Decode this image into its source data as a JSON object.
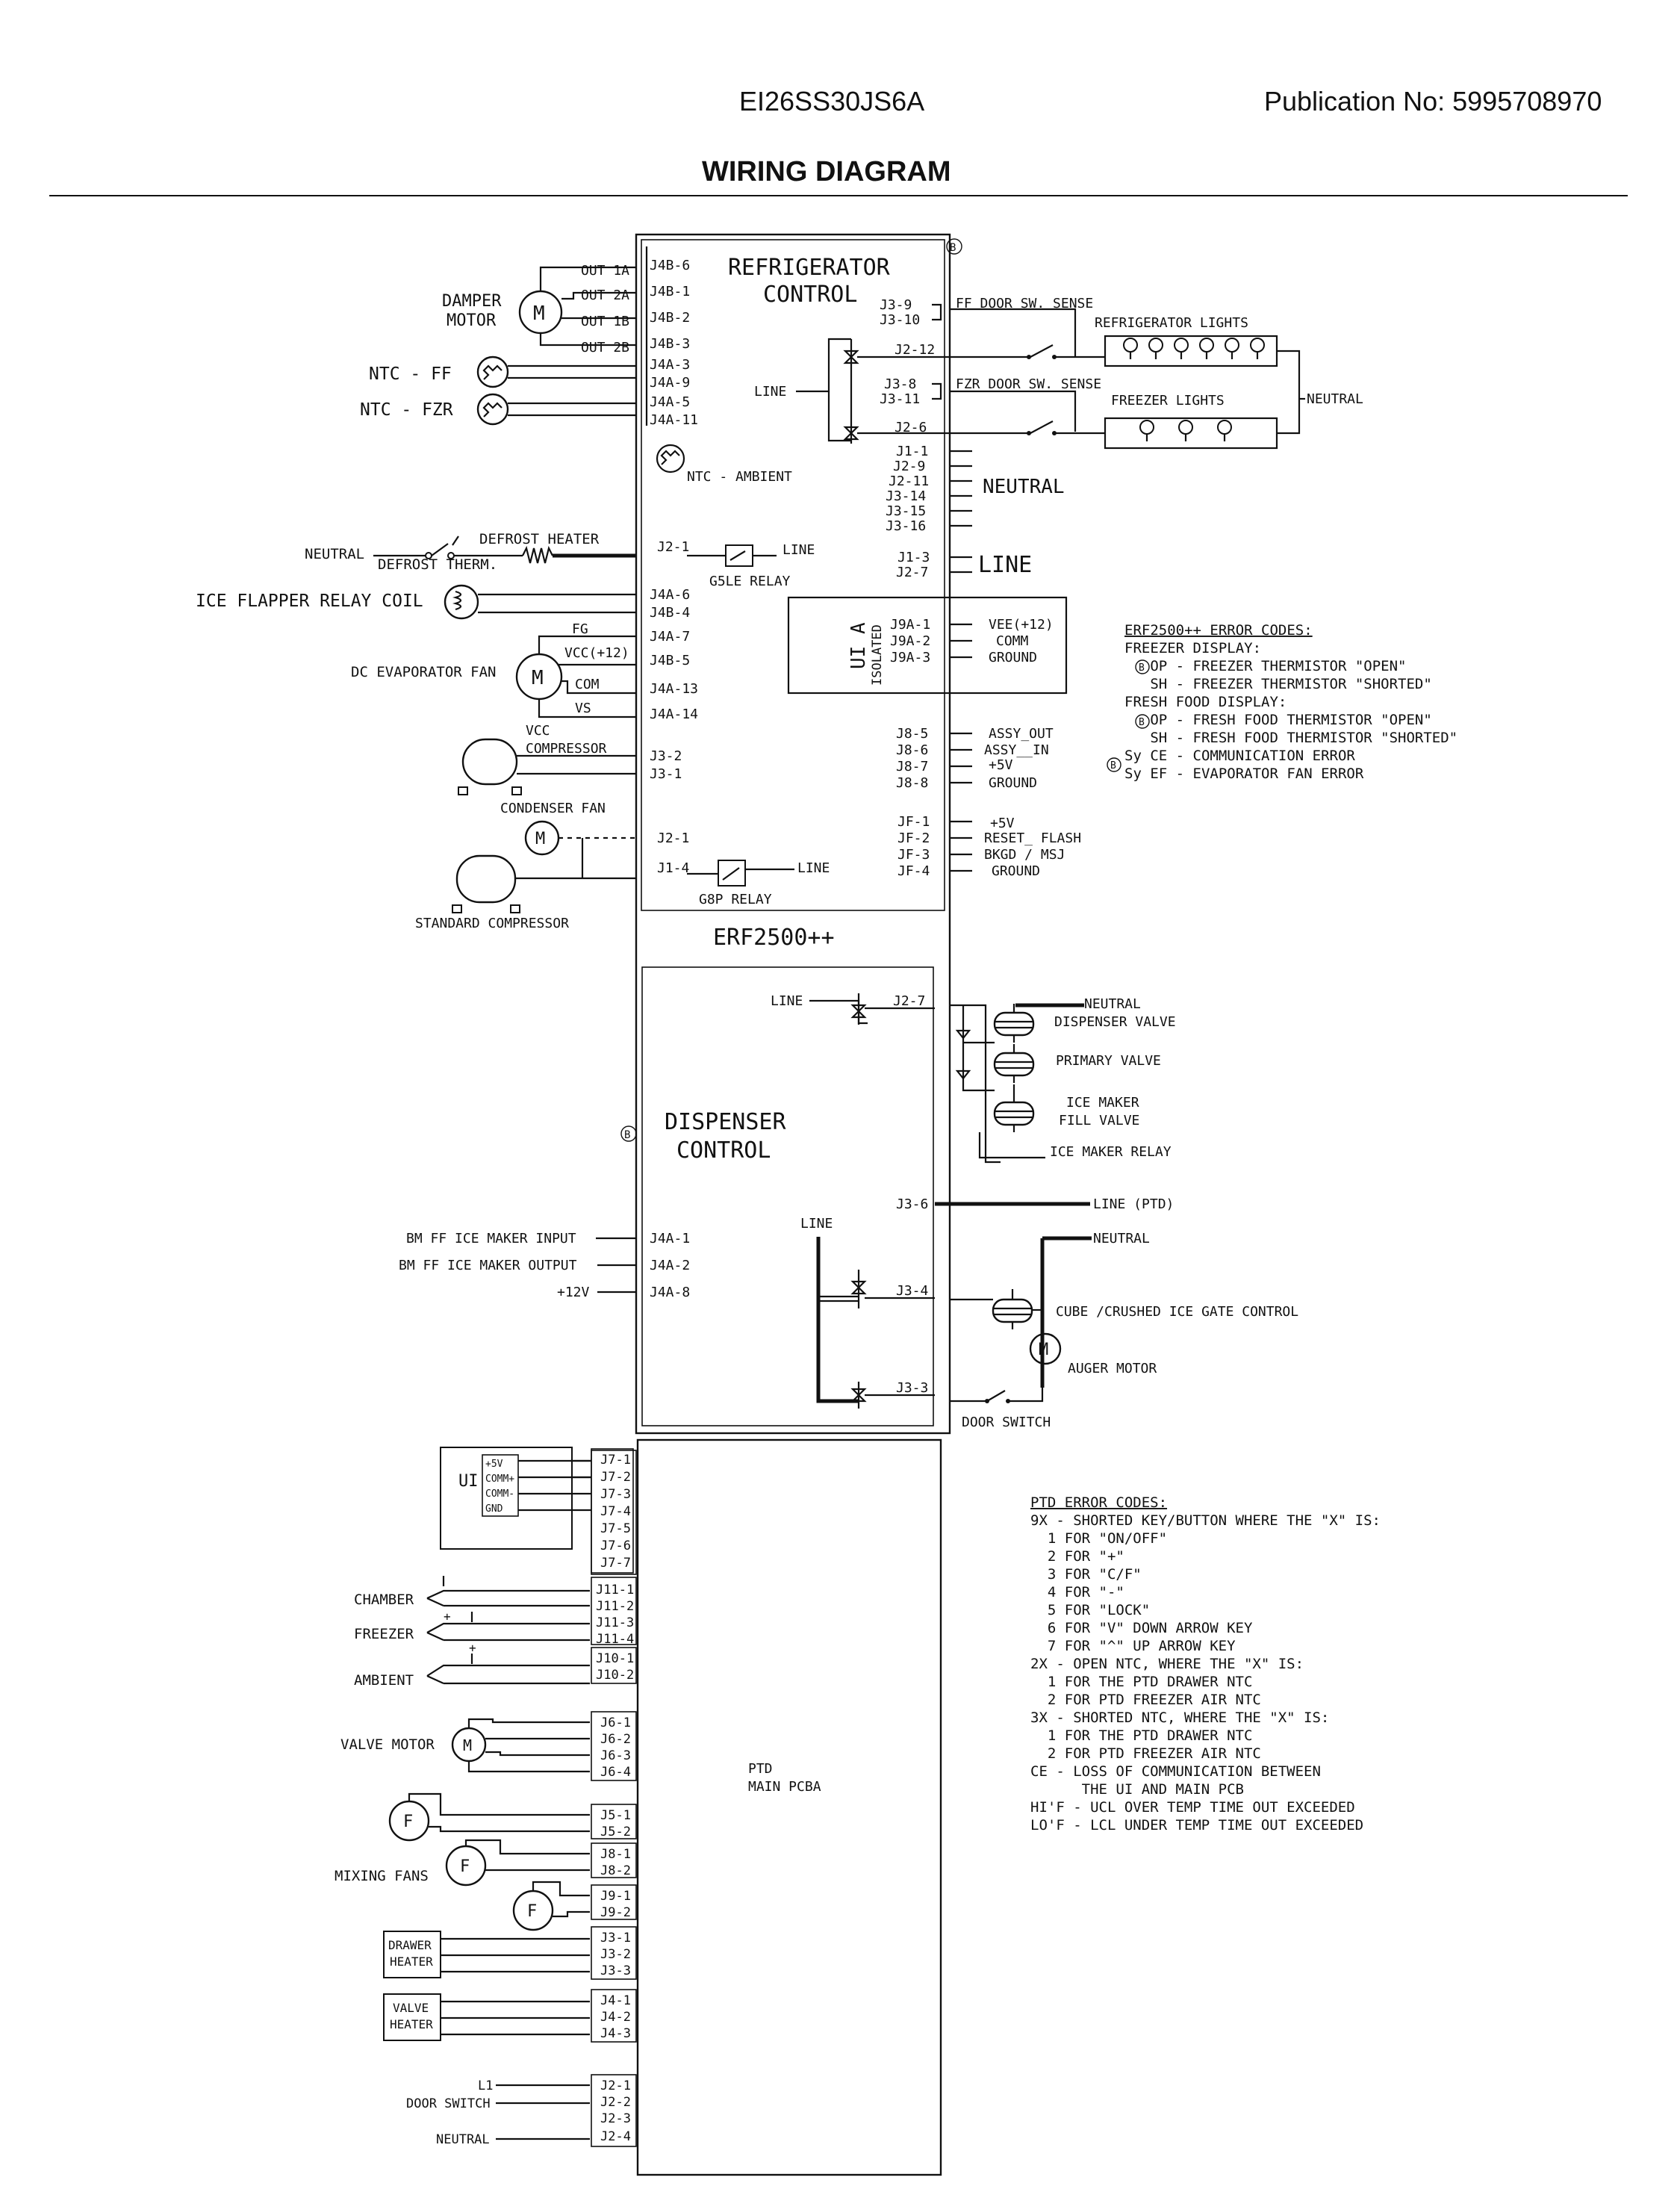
{
  "header": {
    "model": "EI26SS30JS6A",
    "publication": "Publication No:  5995708970",
    "title": "WIRING DIAGRAM"
  },
  "refrigerator_control": {
    "title_line1": "REFRIGERATOR",
    "title_line2": "CONTROL",
    "board_label": "ERF2500++",
    "left_pins": [
      "J4B-6",
      "J4B-1",
      "J4B-2",
      "J4B-3",
      "J4A-3",
      "J4A-9",
      "J4A-5",
      "J4A-11"
    ],
    "damper_outputs": [
      "OUT 1A",
      "OUT 2A",
      "OUT 1B",
      "OUT 2B"
    ],
    "damper_motor": [
      "DAMPER",
      "MOTOR"
    ],
    "motor_symbol": "M",
    "ntc_ff": "NTC   - FF",
    "ntc_fzr": "NTC   - FZR",
    "ntc_ambient": "NTC  - AMBIENT",
    "neutral_left": "NEUTRAL",
    "defrost_therm": "DEFROST THERM.",
    "defrost_heater": "DEFROST HEATER",
    "j2_1": "J2-1",
    "line": "LINE",
    "g5le_relay": "G5LE RELAY",
    "ice_flapper": "ICE FLAPPER RELAY COIL",
    "flapper_pins": [
      "J4A-6",
      "J4B-4"
    ],
    "dc_fan": "DC EVAPORATOR FAN",
    "fan_wires": [
      "FG",
      "VCC(+12)",
      "COM",
      "VS"
    ],
    "fan_pins": [
      "J4A-7",
      "J4B-5",
      "J4A-13",
      "J4A-14"
    ],
    "vcc": "VCC",
    "compressor": "COMPRESSOR",
    "comp_pins": [
      "J3-2",
      "J3-1"
    ],
    "condenser_fan": "CONDENSER FAN",
    "j1_4": "J1-4",
    "g8p_relay": "G8P RELAY",
    "standard_compressor": "STANDARD COMPRESSOR",
    "right_top_pins": [
      "J3-9",
      "J3-10"
    ],
    "ff_door_sense": "FF DOOR SW. SENSE",
    "j2_12": "J2-12",
    "refrigerator_lights": "REFRIGERATOR LIGHTS",
    "fzr_pins": [
      "J3-8",
      "J3-11"
    ],
    "fzr_door_sense": "FZR DOOR SW. SENSE",
    "freezer_lights": "FREEZER LIGHTS",
    "neutral_right": "NEUTRAL",
    "j2_6": "J2-6",
    "neutral_pins": [
      "J1-1",
      "J2-9",
      "J2-11",
      "J3-14",
      "J3-15",
      "J3-16"
    ],
    "neutral_big": "NEUTRAL",
    "line_pins": [
      "J1-3",
      "J2-7"
    ],
    "line_big": "LINE",
    "ui_a": "UI A",
    "isolated": "ISOLATED",
    "j9_pins": [
      "J9A-1",
      "J9A-2",
      "J9A-3"
    ],
    "j9_labels": [
      "VEE(+12)",
      "COMM",
      "GROUND"
    ],
    "j8_pins": [
      "J8-5",
      "J8-6",
      "J8-7",
      "J8-8"
    ],
    "j8_labels": [
      "ASSY_OUT",
      "ASSY__IN",
      "+5V",
      "GROUND"
    ],
    "jf_pins": [
      "JF-1",
      "JF-2",
      "JF-3",
      "JF-4"
    ],
    "jf_labels": [
      "+5V",
      "RESET_ FLASH",
      "BKGD / MSJ",
      "GROUND"
    ],
    "b_marker": "B"
  },
  "error_codes": {
    "title": "ERF2500++ ERROR CODES:",
    "lines": [
      "FREEZER DISPLAY:",
      "   OP - FREEZER THERMISTOR \"OPEN\"",
      "   SH - FREEZER THERMISTOR \"SHORTED\"",
      "FRESH FOOD DISPLAY:",
      "   OP - FRESH FOOD THERMISTOR \"OPEN\"",
      "   SH - FRESH FOOD THERMISTOR \"SHORTED\"",
      "Sy CE - COMMUNICATION ERROR",
      "Sy EF - EVAPORATOR FAN ERROR"
    ]
  },
  "dispenser_control": {
    "title_line1": "DISPENSER",
    "title_line2": "CONTROL",
    "line": "LINE",
    "j2_7": "J2-7",
    "neutral": "NEUTRAL",
    "dispenser_valve": "DISPENSER VALVE",
    "primary_valve": "PRIMARY VALVE",
    "ice_maker_fill": [
      "ICE MAKER",
      "FILL VALVE"
    ],
    "ice_maker_relay": "ICE MAKER RELAY",
    "j3_6": "J3-6",
    "line_ptd": "LINE (PTD)",
    "line_inner": "LINE",
    "neutral2": "NEUTRAL",
    "inputs": [
      "BM FF ICE MAKER INPUT",
      "BM FF ICE MAKER OUTPUT",
      "+12V"
    ],
    "input_pins": [
      "J4A-1",
      "J4A-2",
      "J4A-8"
    ],
    "j3_4": "J3-4",
    "cube_crushed": "CUBE /CRUSHED ICE GATE CONTROL",
    "auger_motor": "AUGER MOTOR",
    "j3_3": "J3-3",
    "door_switch": "DOOR SWITCH"
  },
  "ptd": {
    "title_line1": "PTD",
    "title_line2": "MAIN PCBA",
    "ui": "UI",
    "ui_pins": [
      "+5V",
      "COMM+",
      "COMM-",
      "GND"
    ],
    "j7_pins": [
      "J7-1",
      "J7-2",
      "J7-3",
      "J7-4",
      "J7-5",
      "J7-6",
      "J7-7"
    ],
    "chamber": "CHAMBER",
    "freezer": "FREEZER",
    "ambient": "AMBIENT",
    "j11_pins": [
      "J11-1",
      "J11-2",
      "J11-3",
      "J11-4"
    ],
    "j10_pins": [
      "J10-1",
      "J10-2"
    ],
    "valve_motor": "VALVE MOTOR",
    "j6_pins": [
      "J6-1",
      "J6-2",
      "J6-3",
      "J6-4"
    ],
    "fan_symbol": "F",
    "mixing_fans": "MIXING FANS",
    "j5_pins": [
      "J5-1",
      "J5-2"
    ],
    "j8_pins": [
      "J8-1",
      "J8-2"
    ],
    "j9_pins": [
      "J9-1",
      "J9-2"
    ],
    "drawer_heater": [
      "DRAWER",
      "HEATER"
    ],
    "j3_pins": [
      "J3-1",
      "J3-2",
      "J3-3"
    ],
    "valve_heater": [
      "VALVE",
      "HEATER"
    ],
    "j4_pins": [
      "J4-1",
      "J4-2",
      "J4-3"
    ],
    "l1": "L1",
    "door_switch": "DOOR SWITCH",
    "neutral": "NEUTRAL",
    "j2_pins": [
      "J2-1",
      "J2-2",
      "J2-3",
      "J2-4"
    ],
    "plus": "+"
  },
  "ptd_errors": {
    "title": "PTD ERROR CODES:",
    "lines": [
      "9X - SHORTED KEY/BUTTON WHERE THE \"X\" IS:",
      "  1 FOR \"ON/OFF\"",
      "  2 FOR \"+\"",
      "  3 FOR \"C/F\"",
      "  4 FOR \"-\"",
      "  5 FOR \"LOCK\"",
      "  6 FOR \"V\" DOWN ARROW KEY",
      "  7 FOR \"^\" UP ARROW KEY",
      "2X - OPEN NTC, WHERE THE \"X\" IS:",
      "  1 FOR THE PTD DRAWER NTC",
      "  2 FOR PTD FREEZER AIR NTC",
      "3X - SHORTED NTC, WHERE THE \"X\" IS:",
      "  1 FOR THE PTD DRAWER NTC",
      "  2 FOR PTD FREEZER AIR NTC",
      "CE - LOSS OF COMMUNICATION BETWEEN",
      "      THE UI AND MAIN PCB",
      "HI'F - UCL OVER TEMP TIME OUT EXCEEDED",
      "LO'F - LCL UNDER TEMP TIME OUT EXCEEDED"
    ]
  }
}
